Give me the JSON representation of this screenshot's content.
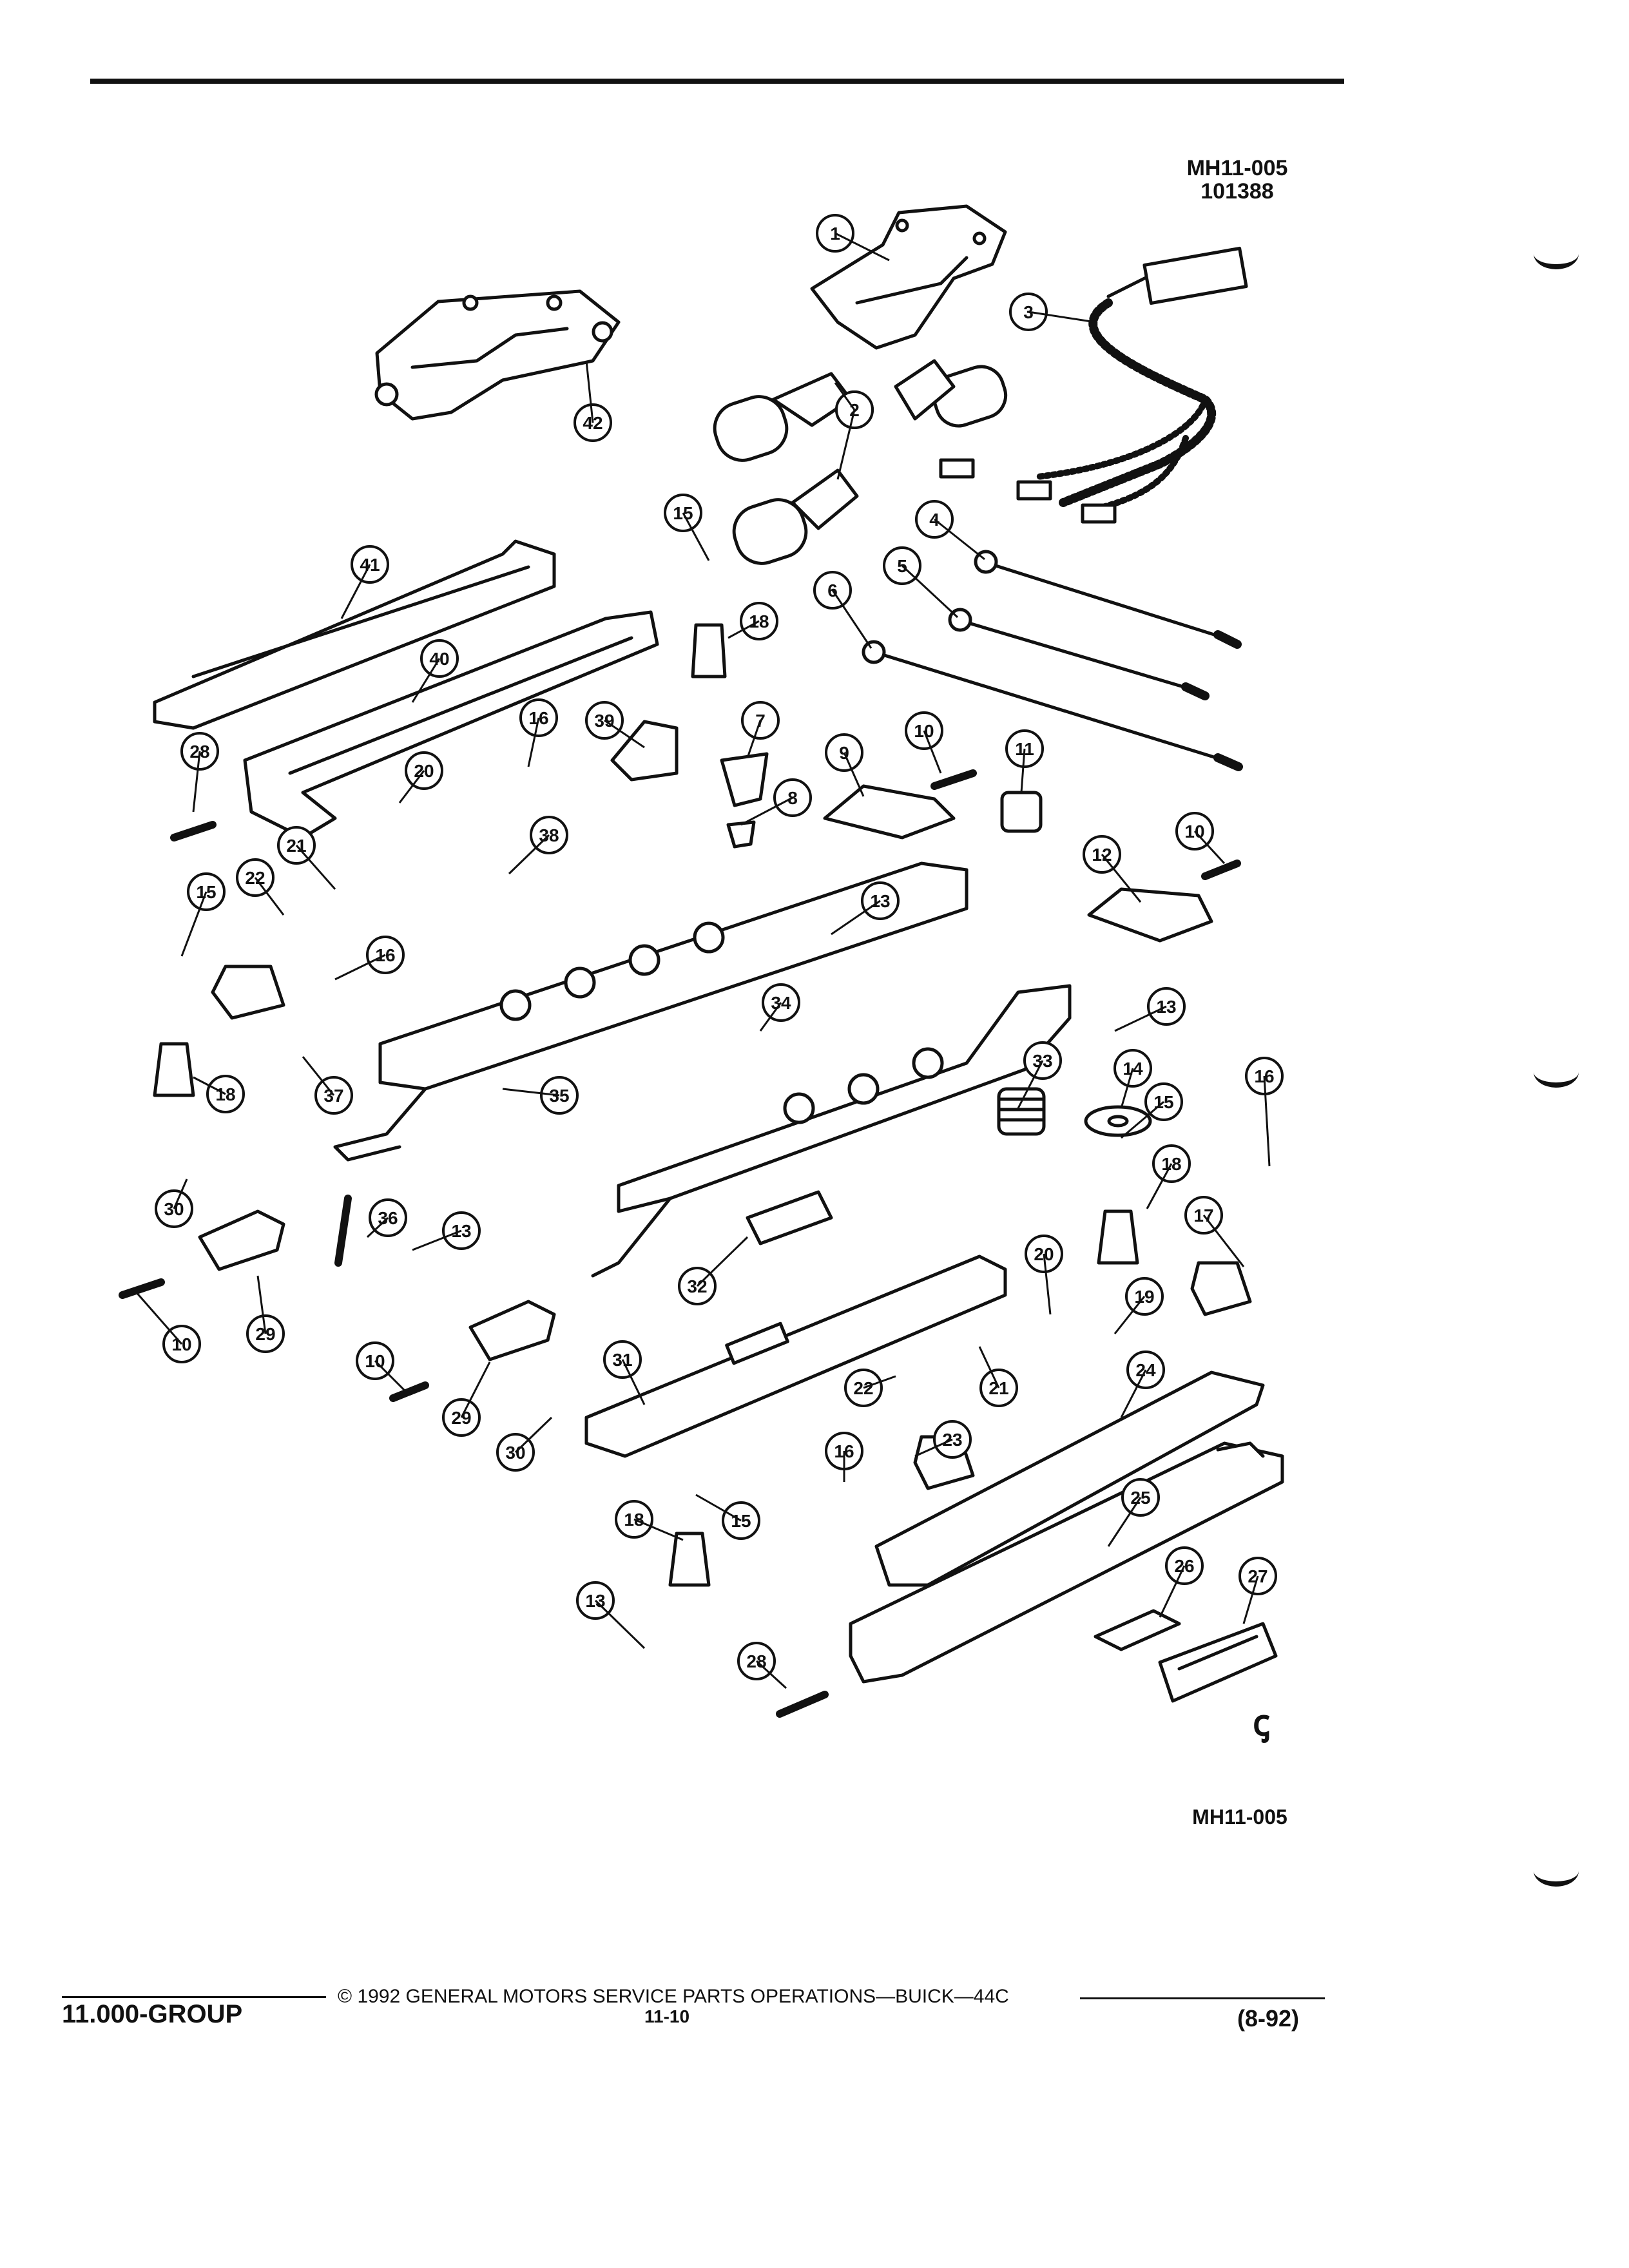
{
  "figure": {
    "code_top": "MH11-005",
    "number_top": "101388",
    "code_bottom": "MH11-005",
    "symbol": "ꞔ"
  },
  "callouts": [
    "1",
    "2",
    "3",
    "4",
    "5",
    "6",
    "7",
    "8",
    "9",
    "10",
    "11",
    "12",
    "13",
    "14",
    "15",
    "16",
    "17",
    "18",
    "19",
    "20",
    "21",
    "22",
    "23",
    "24",
    "25",
    "26",
    "27",
    "28",
    "29",
    "30",
    "31",
    "32",
    "33",
    "34",
    "35",
    "36",
    "37",
    "38",
    "39",
    "40",
    "41",
    "42"
  ],
  "footer": {
    "group": "11.000-GROUP",
    "copyright": "© 1992 GENERAL MOTORS SERVICE PARTS OPERATIONS—BUICK—44C",
    "page": "11-10",
    "date": "(8-92)"
  }
}
